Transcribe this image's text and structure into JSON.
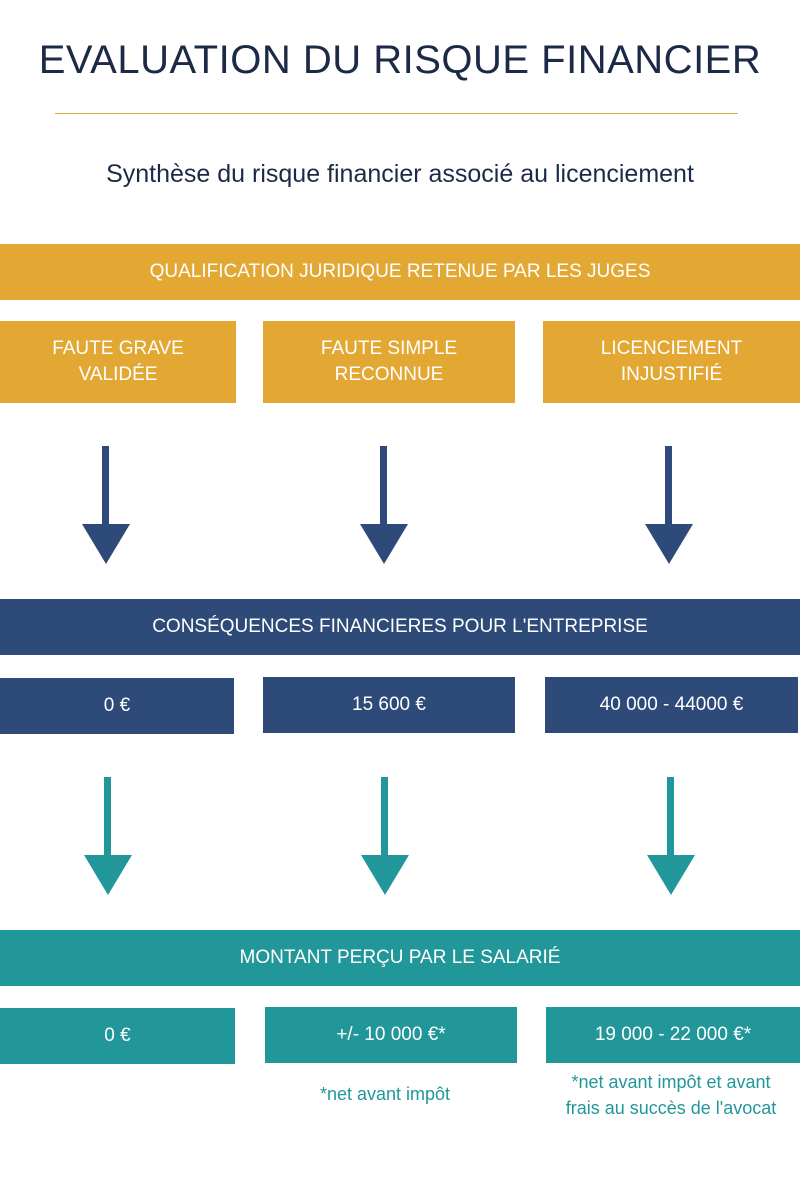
{
  "title": "EVALUATION DU RISQUE FINANCIER",
  "subtitle": "Synthèse du risque financier associé au licenciement",
  "qualification": {
    "header": "QUALIFICATION JURIDIQUE RETENUE PAR LES JUGES",
    "items": [
      [
        "FAUTE GRAVE",
        "VALIDÉE"
      ],
      [
        "FAUTE SIMPLE",
        "RECONNUE"
      ],
      [
        "LICENCIEMENT",
        "INJUSTIFIÉ"
      ]
    ]
  },
  "consequences": {
    "header": "CONSÉQUENCES FINANCIERES POUR L'ENTREPRISE",
    "items": [
      "0 €",
      "15 600 €",
      "40 000 - 44000 €"
    ]
  },
  "employee": {
    "header": "MONTANT PERÇU PAR LE SALARIÉ",
    "items": [
      "0 €",
      "+/-  10 000 €*",
      "19 000 - 22 000 €*"
    ],
    "notes": [
      "*net avant impôt",
      "*net avant impôt et avant",
      "frais au succès de l'avocat"
    ]
  },
  "colors": {
    "gold": "#e3a834",
    "navy": "#2e4a78",
    "teal": "#22979a",
    "title": "#1c2a48"
  }
}
